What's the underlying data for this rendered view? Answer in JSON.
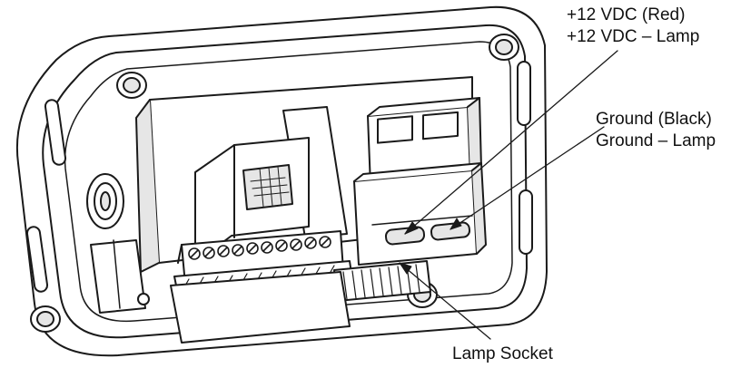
{
  "diagram": {
    "labels": {
      "vdc_red": "+12 VDC (Red)",
      "vdc_lamp": "+12 VDC – Lamp",
      "ground_black": "Ground (Black)",
      "ground_lamp": "Ground – Lamp",
      "lamp_socket": "Lamp Socket"
    },
    "colors": {
      "line": "#1a1a1a",
      "fill": "#ffffff",
      "shade": "#e6e6e6"
    }
  }
}
